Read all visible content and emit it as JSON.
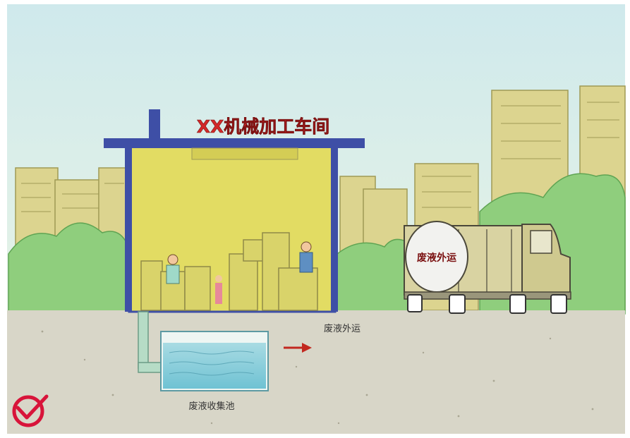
{
  "workshop_sign": "XX机械加工车间",
  "truck_banner": "废液外运",
  "flow_label": "废液外运",
  "tank_label": "废液收集池",
  "colors": {
    "sky": "#cfe9ec",
    "ground": "#d8d6c8",
    "building": "#e2dc63",
    "frame": "#3e4fa6",
    "sign_red": "#d22a2a",
    "trees": "#8fce7d",
    "arrow": "#c2281f",
    "logo": "#d8143a"
  }
}
